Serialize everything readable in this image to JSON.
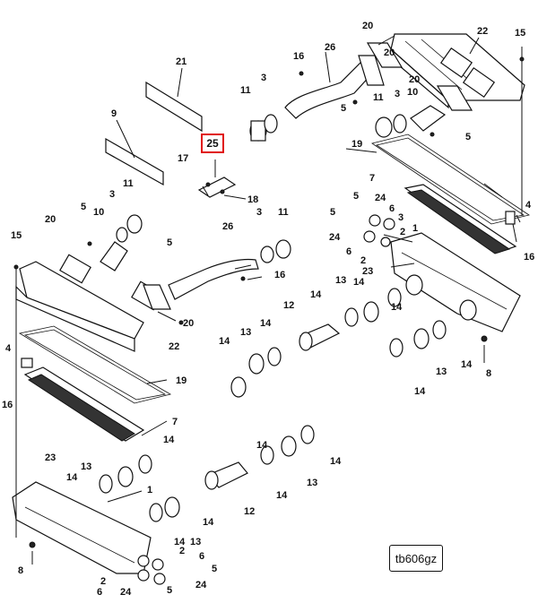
{
  "figure_id": "tb606gz",
  "highlighted_callout": "25",
  "callouts": {
    "c20a": "20",
    "c22a": "22",
    "c15a": "15",
    "c26a": "26",
    "c16a": "16",
    "c21": "21",
    "c11a": "11",
    "c3a": "3",
    "c5a": "5",
    "c11b": "11",
    "c3b": "3",
    "c10a": "10",
    "c20b": "20",
    "c5b": "5",
    "c9": "9",
    "c19a": "19",
    "c17": "17",
    "c18": "18",
    "c3c": "3",
    "c11c": "11",
    "c5c": "5",
    "c10b": "10",
    "c20c": "20",
    "c7a": "7",
    "c5d": "5",
    "c24a": "24",
    "c6a": "6",
    "c4a": "4",
    "c5e": "5",
    "c3d": "3",
    "c2a": "2",
    "c11d": "11",
    "c15b": "15",
    "c26b": "26",
    "c24b": "24",
    "c6b": "6",
    "c2b": "2",
    "c1a": "1",
    "c16b": "16",
    "c5f": "5",
    "c23a": "23",
    "c16c": "16",
    "c5g": "5",
    "c20d": "20",
    "c14a": "14",
    "c13a": "13",
    "c14b": "14",
    "c12a": "12",
    "c14c": "14",
    "c14d": "14",
    "c13b": "13",
    "c14e": "14",
    "c8a": "8",
    "c22b": "22",
    "c4b": "4",
    "c19b": "19",
    "c14f": "14",
    "c13c": "13",
    "c14g": "14",
    "c16d": "16",
    "c7b": "7",
    "c14h": "14",
    "c14i": "14",
    "c13d": "13",
    "c14j": "14",
    "c13e": "13",
    "c14k": "14",
    "c14l": "14",
    "c13f": "13",
    "c23b": "23",
    "c1b": "1",
    "c12b": "12",
    "c14m": "14",
    "c14n": "14",
    "c13g": "13",
    "c14o": "14",
    "c2c": "2",
    "c6c": "6",
    "c5h": "5",
    "c8b": "8",
    "c2d": "2",
    "c6d": "6",
    "c24c": "24",
    "c5i": "5",
    "c24d": "24"
  }
}
